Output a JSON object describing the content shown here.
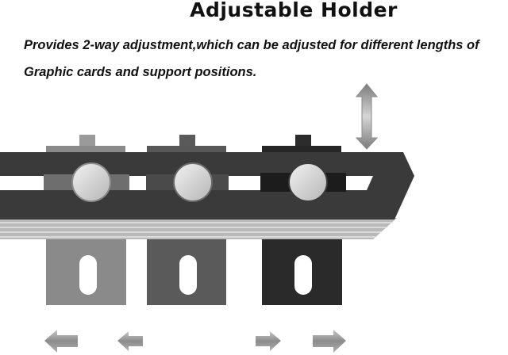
{
  "heading": {
    "title": "Adjustable Holder",
    "description_line1": "Provides 2-way adjustment,which can be adjusted for different lengths of",
    "description_line2": "Graphic cards and support positions."
  },
  "colors": {
    "background": "#ffffff",
    "rail_dark": "#3a3a3a",
    "holder_light": "#8a8a8a",
    "holder_mid": "#5a5a5a",
    "holder_dark": "#2a2a2a",
    "knob": "#cfcfcf",
    "arrow": "#9a9a9a"
  },
  "icons": {
    "vertical_arrow": "double-arrow-up-down-icon",
    "left_arrows": "arrow-left-icon",
    "right_arrows": "arrow-right-icon"
  }
}
